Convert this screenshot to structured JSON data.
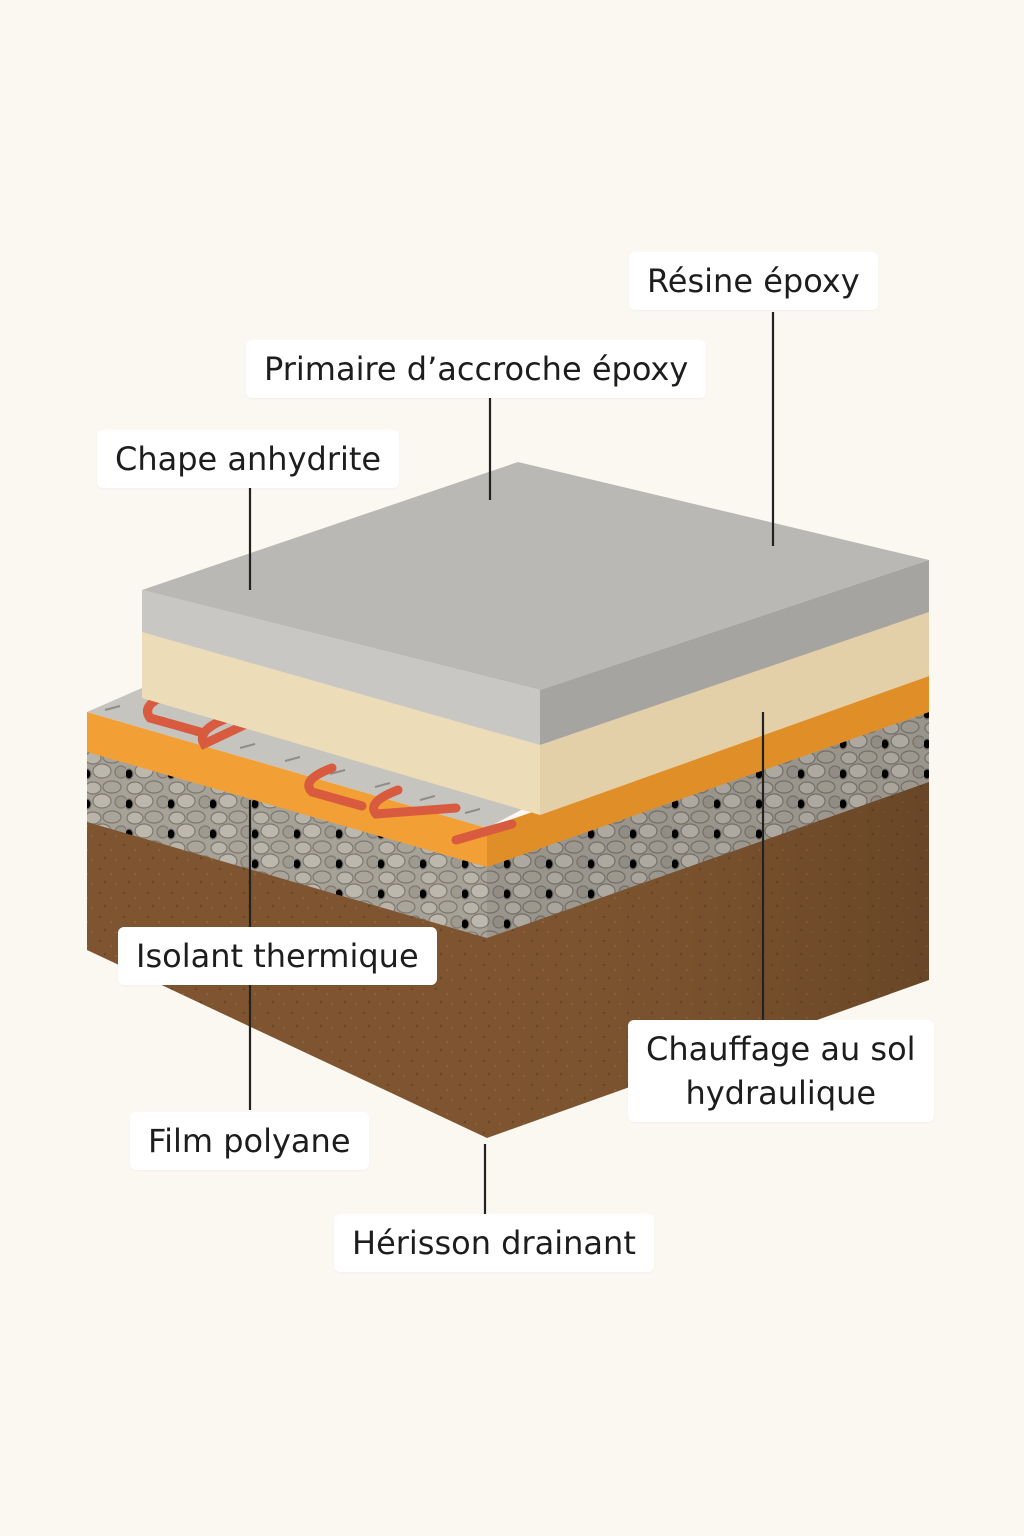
{
  "labels": {
    "resine": "Résine époxy",
    "primaire": "Primaire d’accroche époxy",
    "chape": "Chape anhydrite",
    "isolant": "Isolant thermique",
    "chauffage_line1": "Chauffage au sol",
    "chauffage_line2": "hydraulique",
    "film": "Film polyane",
    "herisson": "Hérisson drainant"
  },
  "colors": {
    "background": "#fbf8f2",
    "resin_top": "#b9b8b4",
    "resin_side": "#a8a7a3",
    "chape_layer": "#ecdcb8",
    "insulation_orange": "#f2a035",
    "heating_panel": "#c3c1bc",
    "heating_pipe": "#d85b3f",
    "gravel": "#a9a49a",
    "soil": "#7e5530",
    "leader_line": "#222222"
  }
}
